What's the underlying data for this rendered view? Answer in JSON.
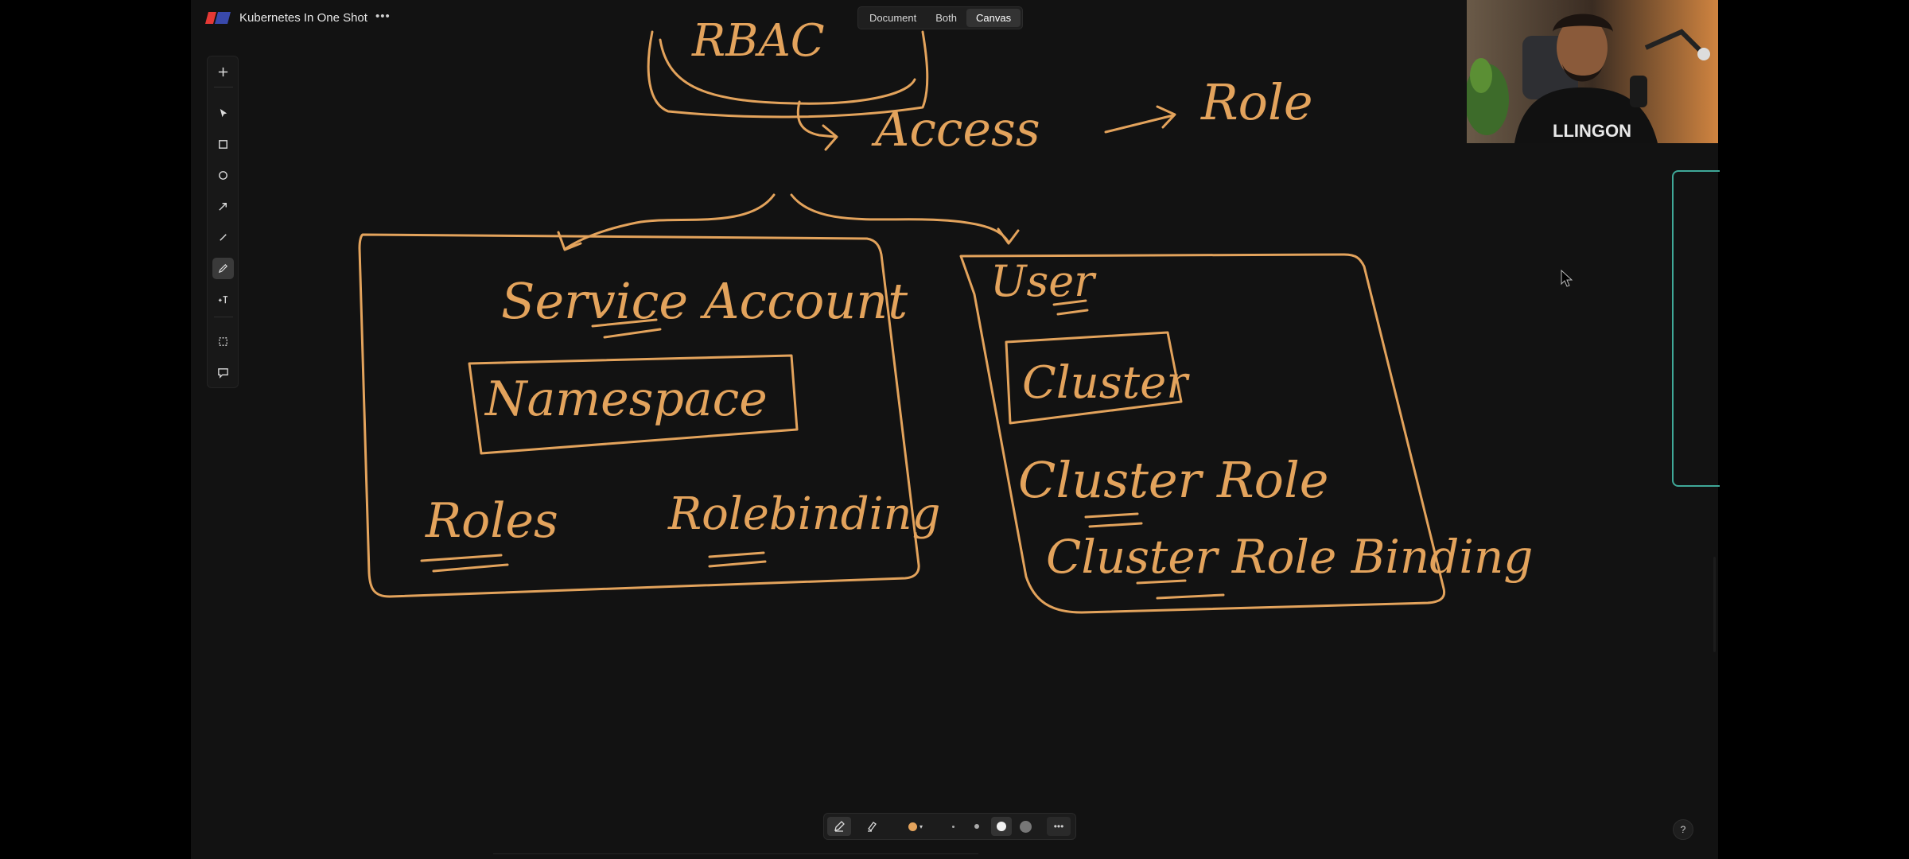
{
  "app": {
    "document_title": "Kubernetes In One Shot",
    "more_glyph": "•••",
    "brand_colors": {
      "logo_red": "#e53935",
      "logo_blue": "#3949ab"
    }
  },
  "view_switch": {
    "options": [
      "Document",
      "Both",
      "Canvas"
    ],
    "selected": "Canvas"
  },
  "toolbar": {
    "tools": [
      {
        "name": "add",
        "icon": "plus-icon"
      },
      {
        "name": "select",
        "icon": "cursor-arrow-icon"
      },
      {
        "name": "rectangle",
        "icon": "square-icon"
      },
      {
        "name": "ellipse",
        "icon": "circle-icon"
      },
      {
        "name": "arrow",
        "icon": "arrow-icon"
      },
      {
        "name": "line",
        "icon": "line-icon"
      },
      {
        "name": "pencil",
        "icon": "pencil-icon",
        "active": true
      },
      {
        "name": "text",
        "icon": "text-icon"
      },
      {
        "name": "frame",
        "icon": "frame-icon"
      },
      {
        "name": "comment",
        "icon": "comment-icon"
      }
    ]
  },
  "canvas": {
    "ink_color": "#e3a35c",
    "frame_color": "#3fa898",
    "drawing": {
      "top_box": "RBAC",
      "access": "Access",
      "role": "Role",
      "service_account": "Service Account",
      "namespace": "Namespace",
      "roles": "Roles",
      "rolebinding": "Rolebinding",
      "user": "User",
      "cluster": "Cluster",
      "cluster_role": "Cluster Role",
      "cluster_role_binding": "Cluster Role Binding"
    }
  },
  "bottom_toolbar": {
    "items": [
      {
        "name": "pen",
        "icon": "pen-icon",
        "active": true
      },
      {
        "name": "highlighter",
        "icon": "highlighter-icon"
      },
      {
        "name": "color",
        "icon": "color-swatch-icon",
        "color": "#e3a35c"
      },
      {
        "name": "size-small",
        "icon": "dot-small-icon"
      },
      {
        "name": "size-medium",
        "icon": "dot-medium-icon"
      },
      {
        "name": "size-large",
        "icon": "dot-large-icon",
        "active": true
      },
      {
        "name": "size-xlarge",
        "icon": "dot-xlarge-icon"
      },
      {
        "name": "more",
        "icon": "more-icon"
      }
    ],
    "more_glyph": "•••",
    "color_caret": "▾"
  },
  "help": {
    "label": "?"
  }
}
